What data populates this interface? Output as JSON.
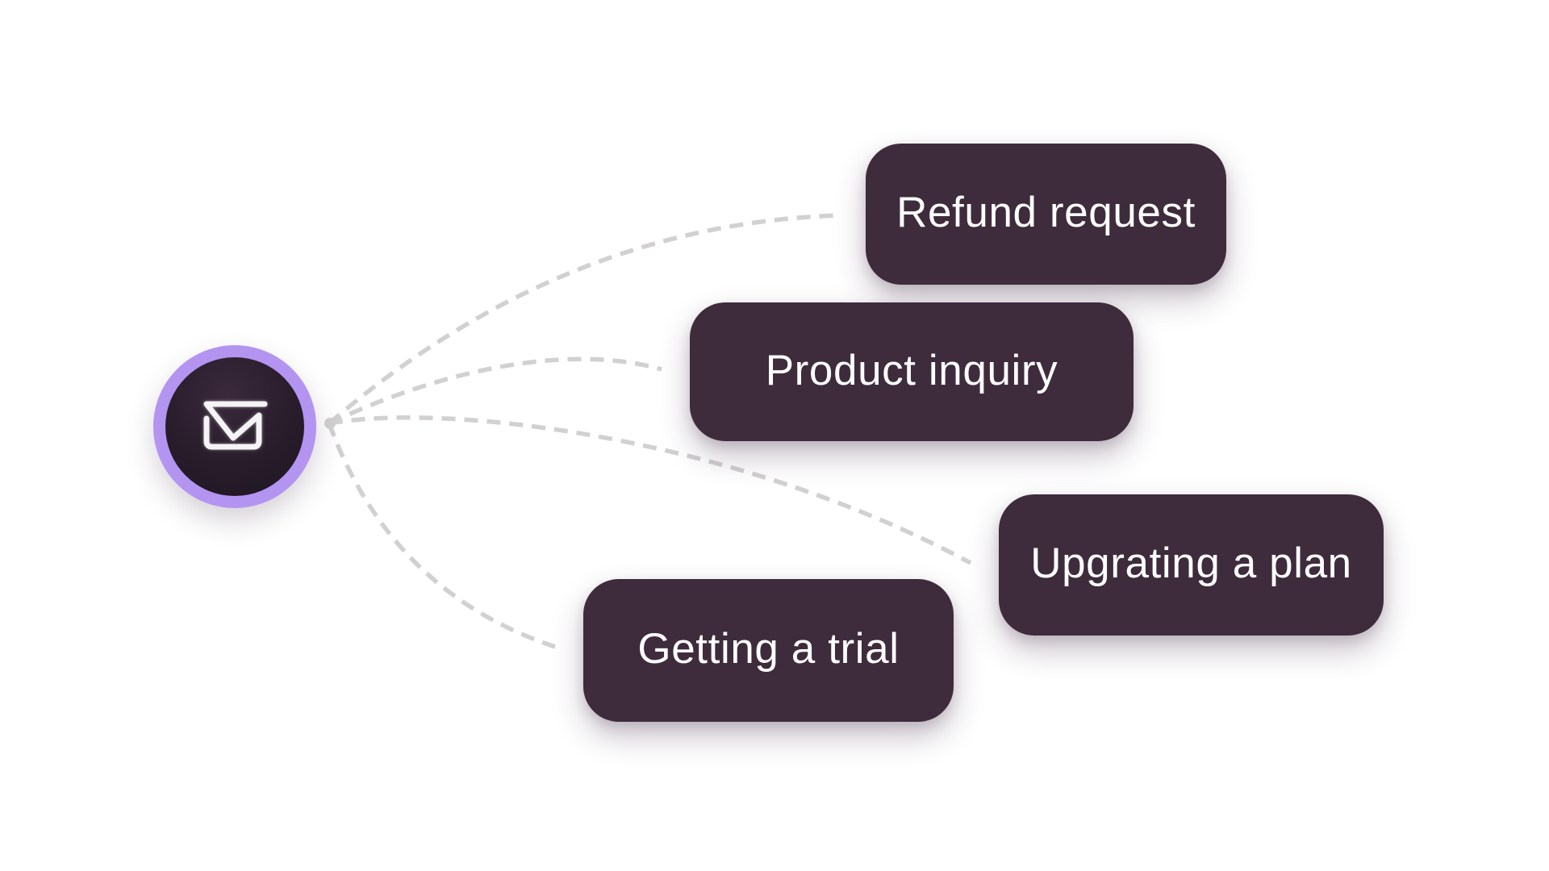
{
  "diagram": {
    "source": {
      "icon": "email-envelope-icon"
    },
    "nodes": [
      {
        "label": "Refund request"
      },
      {
        "label": "Product inquiry"
      },
      {
        "label": "Upgrating a plan"
      },
      {
        "label": "Getting a trial"
      }
    ],
    "connections": [
      {
        "from": "email-source",
        "to": "Refund request"
      },
      {
        "from": "email-source",
        "to": "Product inquiry"
      },
      {
        "from": "email-source",
        "to": "Upgrating a plan"
      },
      {
        "from": "email-source",
        "to": "Getting a trial"
      }
    ],
    "colors": {
      "background": "#ffffff",
      "node_fill": "#3e2c3d",
      "node_text": "#ffffff",
      "avatar_ring": "#b394f1",
      "avatar_inner_dark": "#241a27",
      "envelope_stroke": "#f5f3f5",
      "connector_dash": "#d2d0d1"
    }
  }
}
